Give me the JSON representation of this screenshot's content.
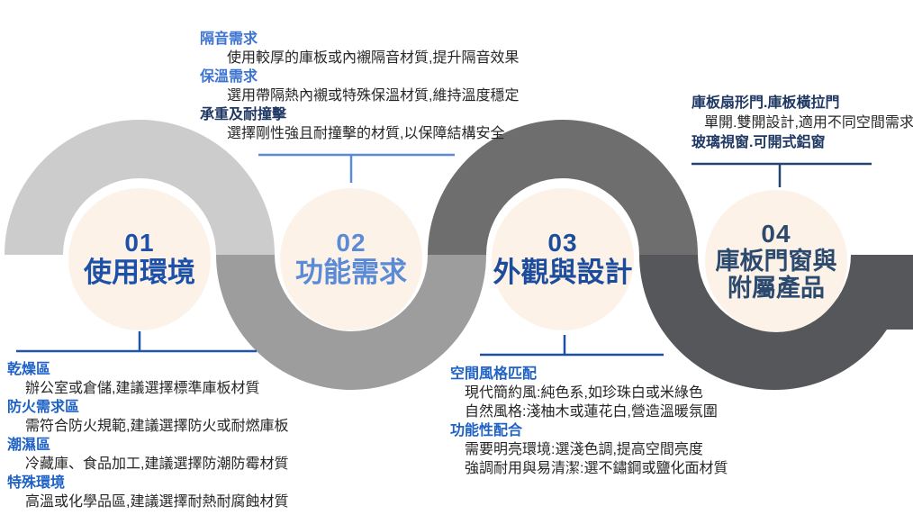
{
  "steps": [
    {
      "number": "01",
      "label": "使用環境",
      "color": "#1D50A8"
    },
    {
      "number": "02",
      "label": "功能需求",
      "color": "#5B8BD6"
    },
    {
      "number": "03",
      "label": "外觀與設計",
      "color": "#1C4C9C"
    },
    {
      "number": "04",
      "label": "庫板門窗與",
      "label2": "附屬產品",
      "color": "#2C4A6E"
    }
  ],
  "palette": {
    "wave": [
      "#CCCCCC",
      "#9D9D9D",
      "#6E6E6E",
      "#55575A"
    ],
    "circle_fill": "#FCF2E8",
    "heading_blue": "#1E62C6",
    "heading_light_blue": "#3E74D1",
    "heading_navy": "#1F3864",
    "body_text": "#262626"
  },
  "connectors": [
    {
      "step": "01",
      "color": "#1F55AD"
    },
    {
      "step": "02",
      "color": "#5B8BD6"
    },
    {
      "step": "03",
      "color": "#1F4FA5"
    },
    {
      "step": "04",
      "color": "#24466E"
    }
  ],
  "annotations": {
    "top_left": {
      "items": [
        {
          "title": "隔音需求",
          "desc": "使用較厚的庫板或內襯隔音材質,提升隔音效果"
        },
        {
          "title": "保溫需求",
          "desc": "選用帶隔熱內襯或特殊保溫材質,維持溫度穩定"
        },
        {
          "title": "承重及耐撞擊",
          "desc": "選擇剛性強且耐撞擊的材質,以保障結構安全"
        }
      ]
    },
    "top_right": {
      "items": [
        {
          "title": "庫板扇形門.庫板橫拉門",
          "desc": "單開.雙開設計,適用不同空間需求"
        },
        {
          "title": "玻璃視窗.可開式鋁窗",
          "desc": ""
        }
      ]
    },
    "bottom_left": {
      "items": [
        {
          "title": "乾燥區",
          "desc": "辦公室或倉儲,建議選擇標準庫板材質"
        },
        {
          "title": "防火需求區",
          "desc": "需符合防火規範,建議選擇防火或耐燃庫板"
        },
        {
          "title": "潮濕區",
          "desc": "冷藏庫、食品加工,建議選擇防潮防霉材質"
        },
        {
          "title": "特殊環境",
          "desc": "高溫或化學品區,建議選擇耐熱耐腐蝕材質"
        }
      ]
    },
    "bottom_mid": {
      "items": [
        {
          "title": "空間風格匹配",
          "desc1": "現代簡約風:純色系,如珍珠白或米綠色",
          "desc2": "自然風格:淺柚木或蓮花白,營造溫暖氛圍"
        },
        {
          "title": "功能性配合",
          "desc1": "需要明亮環境:選淺色調,提高空間亮度",
          "desc2": "強調耐用與易清潔:選不鏽鋼或鹽化面材質"
        }
      ]
    }
  }
}
